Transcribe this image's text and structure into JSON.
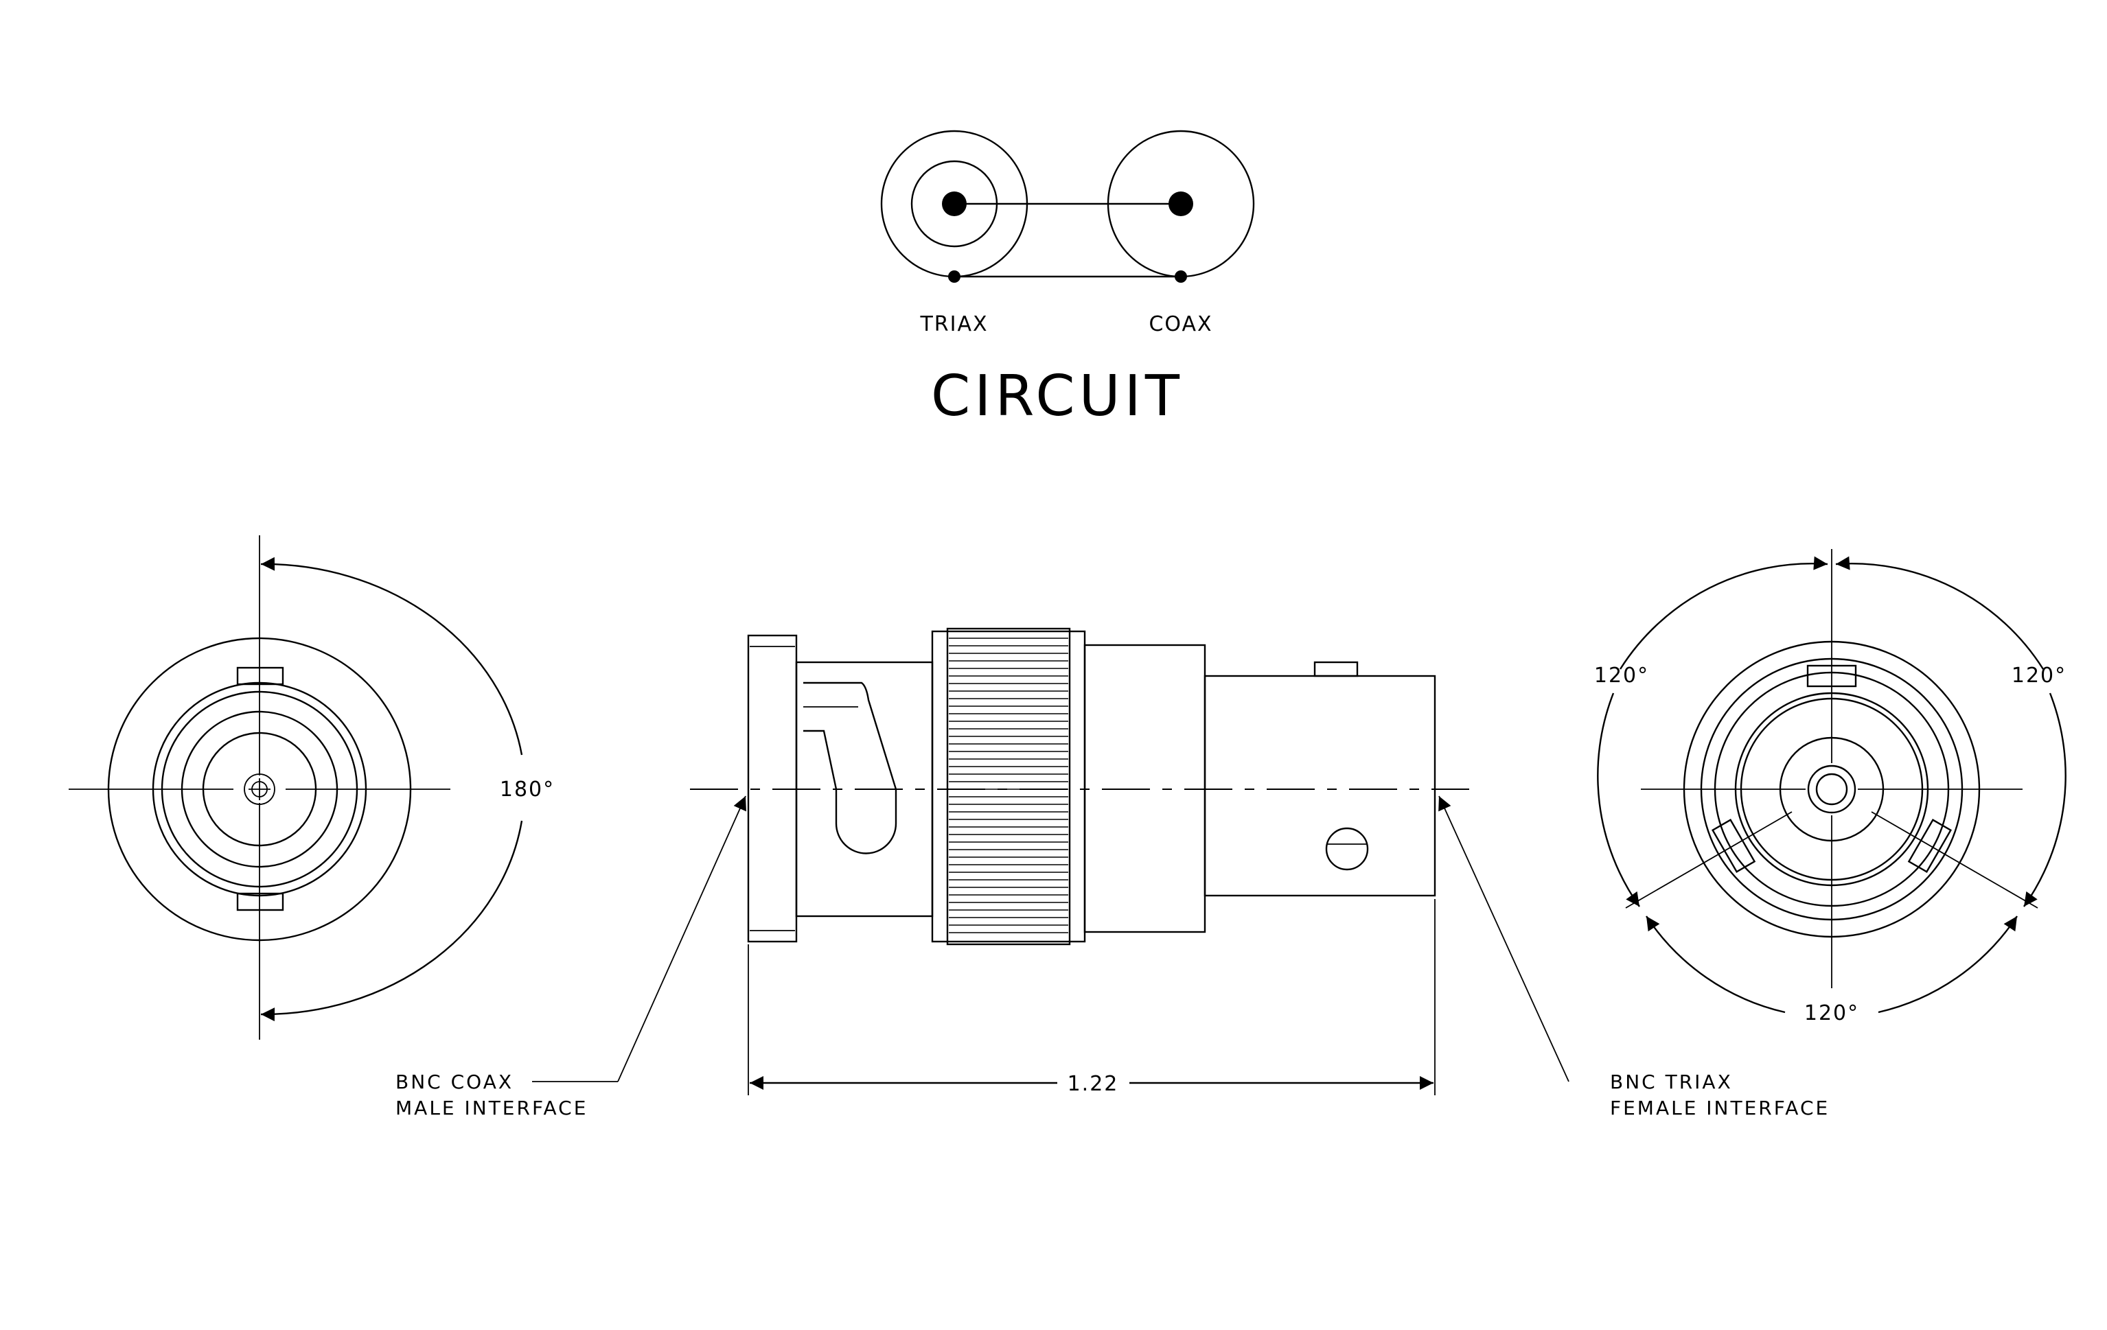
{
  "circuit": {
    "title": "CIRCUIT",
    "left_label": "TRIAX",
    "right_label": "COAX"
  },
  "left_view": {
    "angle_label": "180°"
  },
  "side_view": {
    "length_dim": "1.22",
    "left_callout": [
      "BNC COAX",
      "MALE INTERFACE"
    ],
    "right_callout": [
      "BNC TRIAX",
      "FEMALE INTERFACE"
    ]
  },
  "right_view": {
    "angle_top_left": "120°",
    "angle_top_right": "120°",
    "angle_bottom": "120°"
  }
}
